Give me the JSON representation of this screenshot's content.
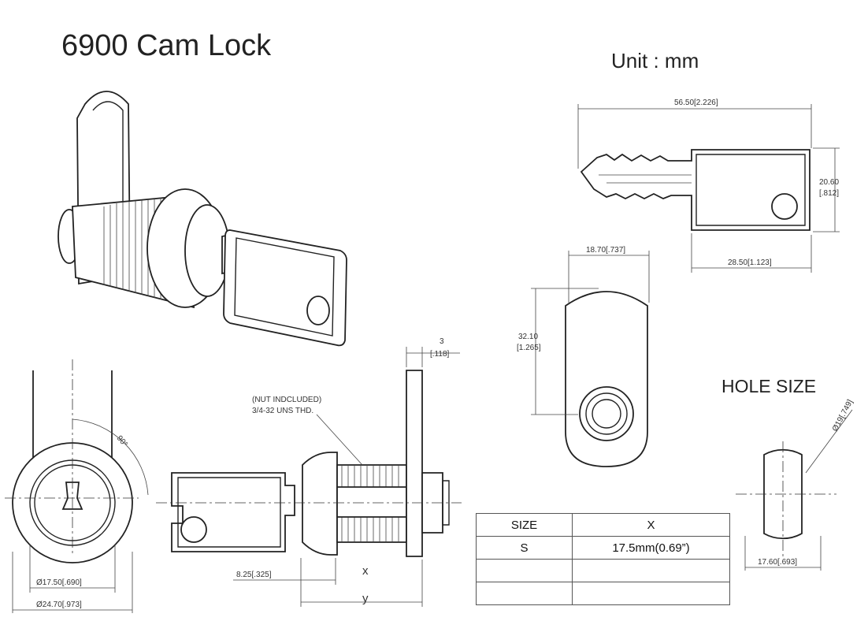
{
  "title": "6900 Cam Lock",
  "unit_label": "Unit : mm",
  "hole_size_label": "HOLE SIZE",
  "dimensions": {
    "key_length": "56.50[2.226]",
    "key_width": "20.60",
    "key_width_in": "[.812]",
    "key_head_length": "28.50[1.123]",
    "cam_width": "18.70[.737]",
    "cam_length": "32.10",
    "cam_length_in": "[1.265]",
    "cam_thickness": "3",
    "cam_thickness_in": "[.118]",
    "nut_note_1": "(NUT INDCLUDED)",
    "nut_note_2": "3/4-32 UNS THD.",
    "angle": "90°",
    "face_inner_dia": "Ø17.50[.690]",
    "face_outer_dia": "Ø24.70[.973]",
    "flange_offset": "8.25[.325]",
    "x_marker": "x",
    "y_marker": "y",
    "hole_dia": "Ø19[.749]",
    "hole_flat": "17.60[.693]"
  },
  "size_table": {
    "headers": [
      "SIZE",
      "X"
    ],
    "rows": [
      [
        "S",
        "17.5mm(0.69”)"
      ],
      [
        "",
        ""
      ],
      [
        "",
        ""
      ]
    ]
  }
}
